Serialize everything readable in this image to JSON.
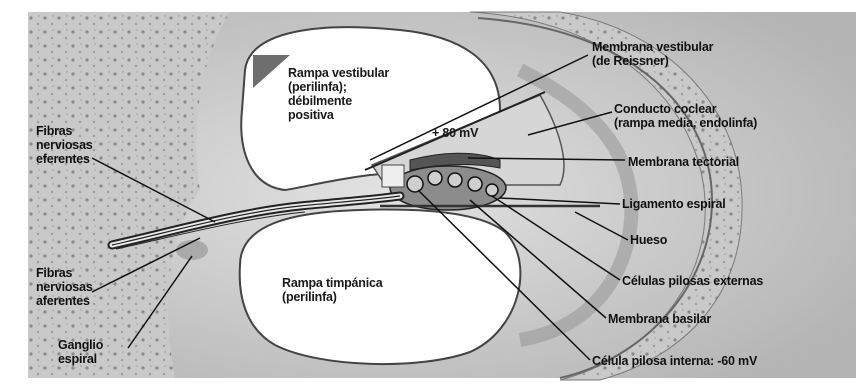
{
  "labels": {
    "rampa_vestibular": [
      "Rampa vestibular",
      "(perilinfa);",
      "débilmente",
      "positiva"
    ],
    "potential_80": "+ 80 mV",
    "membrana_vestibular": [
      "Membrana vestibular",
      "(de Reissner)"
    ],
    "conducto_coclear": [
      "Conducto coclear",
      "(rampa media, endolinfa)"
    ],
    "membrana_tectorial": "Membrana tectorial",
    "ligamento_espiral": "Ligamento espiral",
    "hueso": "Hueso",
    "celulas_pilosas_externas": "Células pilosas externas",
    "membrana_basilar": "Membrana basilar",
    "celula_pilosa_interna": "Célula pilosa interna: -60 mV",
    "rampa_timpanica": [
      "Rampa timpánica",
      "(perilinfa)"
    ],
    "fibras_eferentes": [
      "Fibras",
      "nerviosas",
      "eferentes"
    ],
    "fibras_aferentes": [
      "Fibras",
      "nerviosas",
      "aferentes"
    ],
    "ganglio_espiral": [
      "Ganglio",
      "espiral"
    ]
  },
  "colors": {
    "tissue": "#c8c8c8",
    "tissue_dark": "#8e8e8e",
    "chamber": "#ffffff",
    "line": "#111111",
    "corner_marker": "#6e6e6e"
  }
}
